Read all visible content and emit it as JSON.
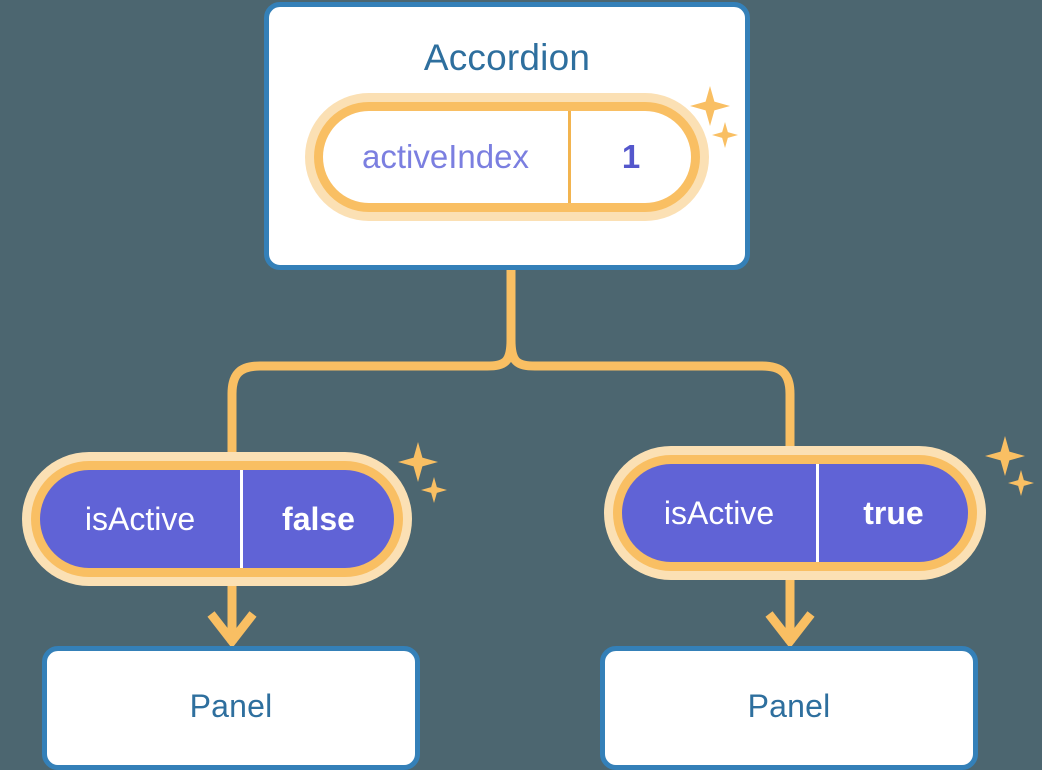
{
  "theme": {
    "background": "#4c6670",
    "card_border": "#3480b8",
    "card_fill": "#ffffff",
    "title_text": "#2e6f9e",
    "accent_orange": "#f9bf63",
    "halo_orange": "#fbe0b4",
    "pill_purple": "#6063d6",
    "key_purple": "#7b7fe0",
    "value_purple": "#5457cc"
  },
  "diagram": {
    "root": {
      "title": "Accordion",
      "state_pill": {
        "key": "activeIndex",
        "value": "1"
      }
    },
    "branches": [
      {
        "prop_pill": {
          "key": "isActive",
          "value": "false"
        },
        "child": {
          "title": "Panel"
        }
      },
      {
        "prop_pill": {
          "key": "isActive",
          "value": "true"
        },
        "child": {
          "title": "Panel"
        }
      }
    ]
  },
  "decorations": {
    "sparkle_name": "sparkle-star-icon",
    "arrow_name": "arrow-down-icon"
  }
}
